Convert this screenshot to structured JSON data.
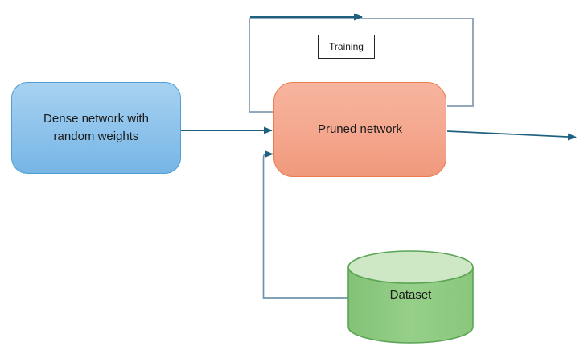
{
  "diagram": {
    "nodes": {
      "dense": {
        "lines": [
          "Dense network with",
          "random weights"
        ],
        "fill_top": "#A8D2F0",
        "fill_bottom": "#77B5E5",
        "border": "#4D9FD6",
        "shape": "rounded-rectangle"
      },
      "pruned": {
        "label": "Pruned network",
        "fill_top": "#F7B49E",
        "fill_bottom": "#F0997C",
        "border": "#EB7B4D",
        "shape": "rounded-rectangle"
      },
      "training": {
        "label": "Training",
        "fill": "#FFFFFF",
        "border": "#262626",
        "shape": "rectangle"
      },
      "dataset": {
        "label": "Dataset",
        "body_fill": "#8CC97F",
        "top_fill": "#CEE8C6",
        "border": "#5BA454",
        "shape": "cylinder"
      }
    },
    "connectors": {
      "arrow_dark": "#1F6080",
      "loop_light": "#93A9BB",
      "dataset_line": "#6F94AC",
      "edges": [
        {
          "name": "dense-to-pruned",
          "from": "dense",
          "to": "pruned"
        },
        {
          "name": "training-loop",
          "from": "pruned",
          "to": "pruned",
          "label": "Training"
        },
        {
          "name": "pruned-output",
          "from": "pruned",
          "to": "off-canvas-right"
        },
        {
          "name": "dataset-to-pruned",
          "from": "dataset",
          "to": "pruned"
        }
      ]
    },
    "background": "#FFFFFF",
    "text_color": "#1A1A1A"
  }
}
